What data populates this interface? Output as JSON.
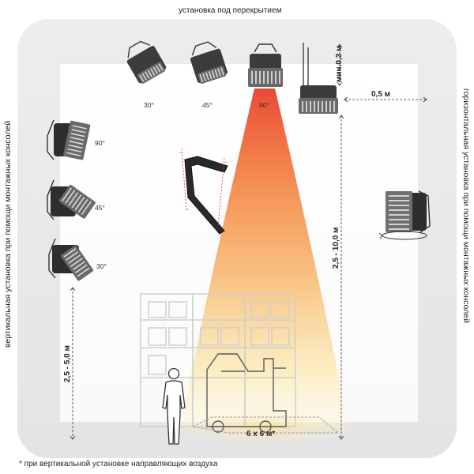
{
  "labels": {
    "top": "установка под перекрытием",
    "left_vertical": "вертикальная установка при помощи монтажных консолей",
    "right_vertical": "горизонтальная установка при помощи монтажных консолей",
    "footnote": "* при вертикальной установке направляющих воздуха"
  },
  "angles": {
    "top_30": "30°",
    "top_45": "45°",
    "top_90": "90°",
    "side_90": "90°",
    "side_45": "45°",
    "side_30": "30°"
  },
  "dimensions": {
    "min_ceiling": "мин.0,3 м",
    "wall_offset": "0,5 м",
    "height_range_right": "2,5 - 10,0 м",
    "height_range_left": "2,5 - 5,0 м",
    "area": "6 x 6 м*"
  },
  "colors": {
    "heater_body": "#3c3c3c",
    "heater_grille": "#9a9a9a",
    "beam_hot": "#e8402a",
    "beam_warm": "#f7a64a",
    "beam_cool": "#fbe69a",
    "accent_red": "#cc3344"
  }
}
